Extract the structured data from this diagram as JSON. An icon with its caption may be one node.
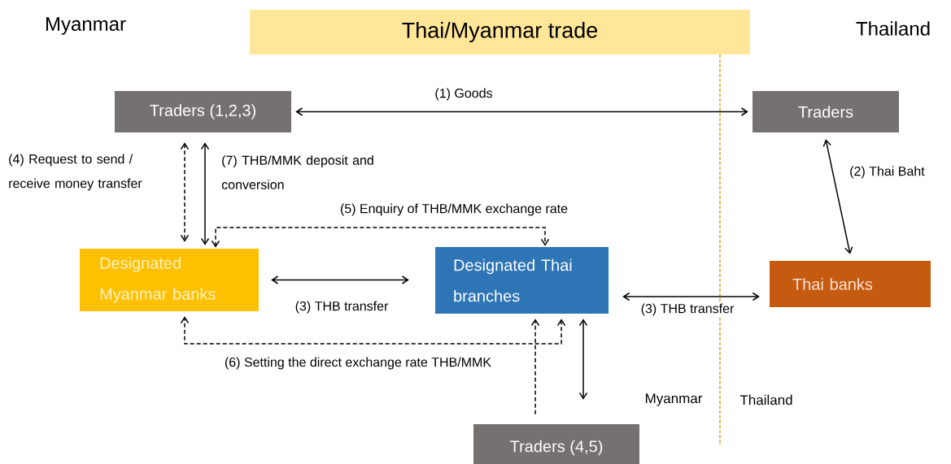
{
  "diagram": {
    "title": "Thai/Myanmar trade",
    "nodes": [
      {
        "text": [
          "Traders (1,2,3)"
        ]
      },
      {
        "text": [
          "Traders"
        ]
      },
      {
        "text": [
          "Designated Myanmar banks"
        ]
      },
      {
        "text": [
          "Designated Thai branches"
        ]
      },
      {
        "text": [
          "Thai banks"
        ]
      },
      {
        "text": [
          "Traders (4,5)"
        ]
      }
    ],
    "edges": [
      {
        "from": 0,
        "to": 1,
        "arrow": "both",
        "label": "(1) Goods"
      },
      {
        "from": 1,
        "to": 4,
        "arrow": "both",
        "label": "(2) Thai Baht"
      },
      {
        "from": 2,
        "to": 3,
        "arrow": "both",
        "label": "(3) THB transfer"
      },
      {
        "from": 3,
        "to": 4,
        "arrow": "both",
        "label": "(3) THB transfer"
      },
      {
        "from": 0,
        "to": 2,
        "arrow": "both",
        "style": "dashed",
        "label": "(4) Request to send / receive money transfer"
      },
      {
        "from": 0,
        "to": 2,
        "arrow": "both",
        "label": "(7) THB/MMK deposit and conversion"
      },
      {
        "from": 2,
        "to": 3,
        "arrow": "both",
        "style": "dashed",
        "label": "(5) Enquiry of THB/MMK exchange rate"
      },
      {
        "from": 3,
        "to": 2,
        "arrow": "both",
        "style": "dashed",
        "label": "(6) Setting the direct exchange rate THB/MMK"
      },
      {
        "from": 5,
        "to": 3,
        "arrow": "to",
        "style": "dashed"
      },
      {
        "from": 5,
        "to": 3,
        "arrow": "both"
      }
    ],
    "labels": [
      "Myanmar",
      "Thailand",
      "Myanmar",
      "Thailand"
    ]
  }
}
